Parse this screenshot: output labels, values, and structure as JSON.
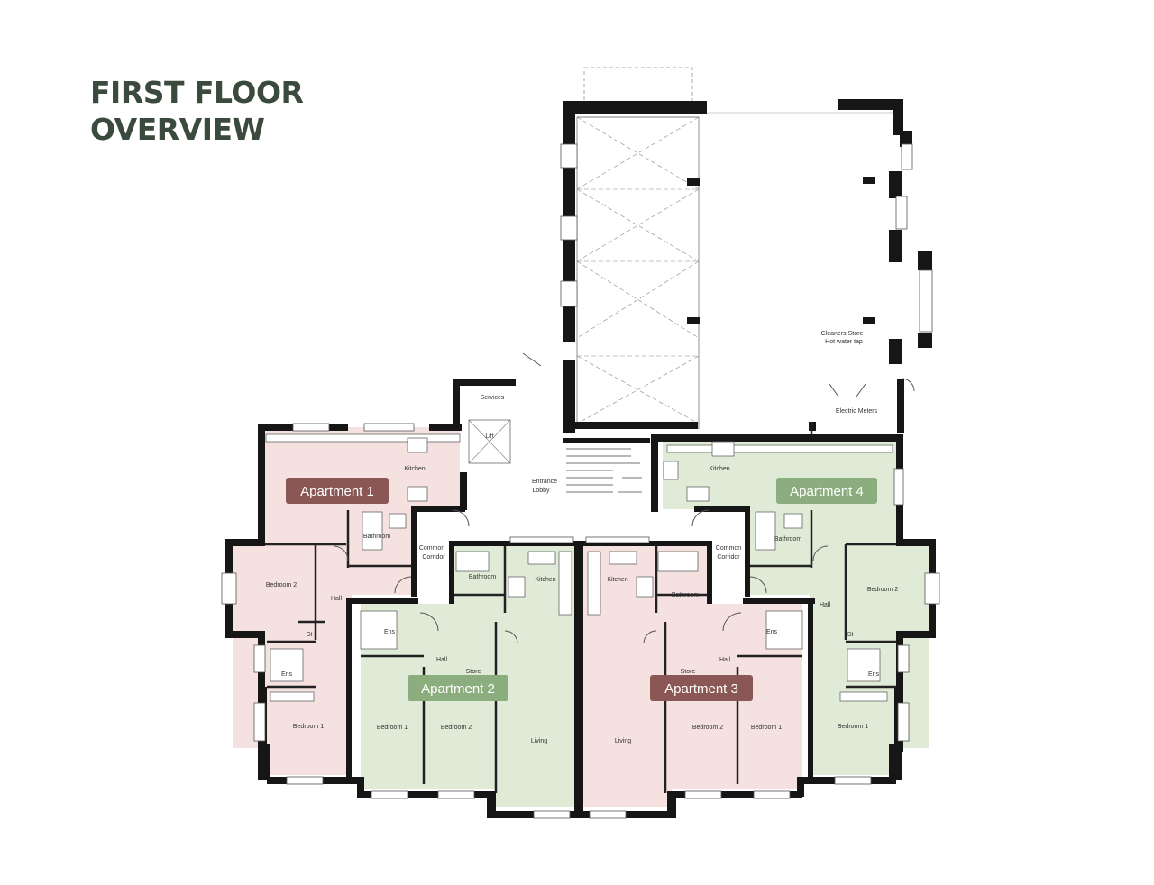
{
  "title": {
    "line1": "FIRST FLOOR",
    "line2": "OVERVIEW"
  },
  "colors": {
    "title": "#3a4a3c",
    "pink_zone": "#f5e1e0",
    "green_zone": "#dfebd6",
    "tag_red": "#8b5754",
    "tag_green": "#8cae7f",
    "wall": "#161616"
  },
  "apartments": [
    {
      "label": "Apartment 1"
    },
    {
      "label": "Apartment 2"
    },
    {
      "label": "Apartment 3"
    },
    {
      "label": "Apartment 4"
    }
  ],
  "rooms": {
    "services": "Services",
    "lift": "Lift",
    "entrance": "Entrance",
    "lobby": "Lobby",
    "common": "Common",
    "corridor": "Corridor",
    "kitchen": "Kitchen",
    "bathroom": "Bathroom",
    "bedroom1": "Bedroom 1",
    "bedroom2": "Bedroom 2",
    "hall": "Hall",
    "ens": "Ens",
    "st": "St",
    "store": "Store",
    "living": "Living",
    "cleaners_store": "Cleaners Store",
    "hot_water_tap": "Hot water tap",
    "electric_meters": "Electric Meters"
  }
}
